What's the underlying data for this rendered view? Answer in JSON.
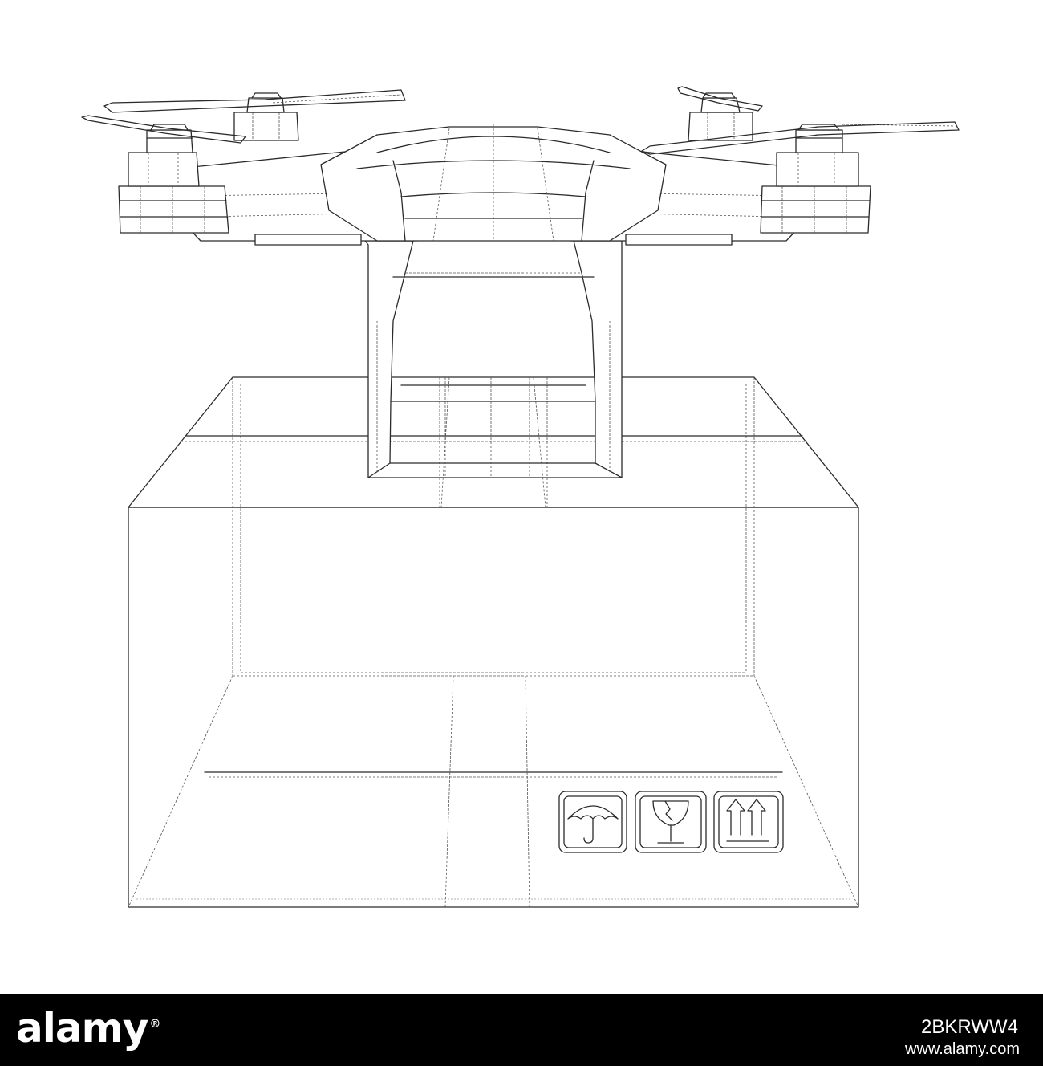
{
  "footer": {
    "brand": "alamy",
    "image_id": "2BKRWW4",
    "url": "www.alamy.com"
  },
  "colors": {
    "background": "#ffffff",
    "line": "#2b2b2b",
    "footer_bg": "#000000",
    "footer_text": "#ffffff"
  },
  "icons": [
    "umbrella-icon",
    "fragile-glass-icon",
    "this-way-up-icon"
  ]
}
